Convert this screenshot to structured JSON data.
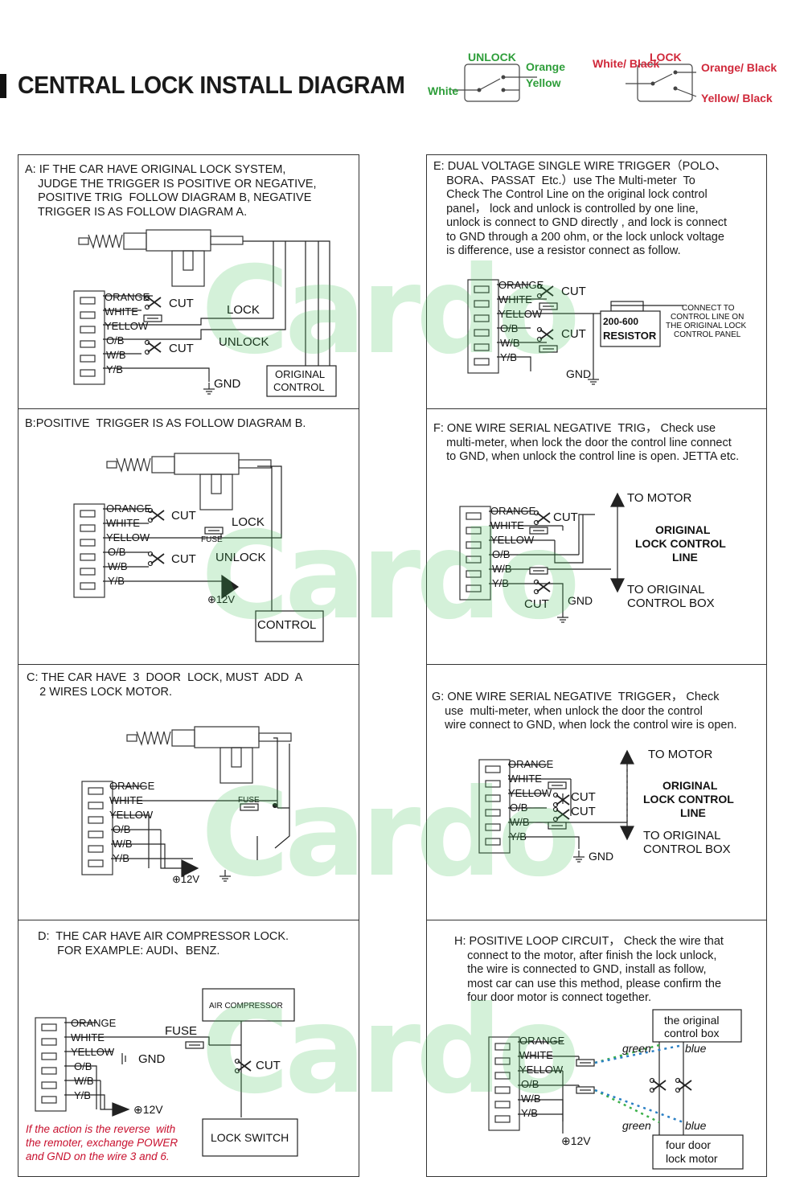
{
  "title": "CENTRAL LOCK INSTALL DIAGRAM",
  "watermark": "Cardo",
  "switches": {
    "unlock": {
      "title": "UNLOCK",
      "left": "White",
      "right_top": "Orange",
      "right_bottom": "Yellow",
      "color": "#2e9e3a"
    },
    "lock": {
      "title": "LOCK",
      "left": "White/ Black",
      "right_top": "Orange/ Black",
      "right_bottom": "Yellow/ Black",
      "color": "#d0283a"
    }
  },
  "wires": {
    "orange": "ORANGE",
    "white": "WHITE",
    "yellow": "YELLOW",
    "ob": "O/B",
    "wb": "W/B",
    "yb": "Y/B",
    "cut": "CUT",
    "gnd": "GND",
    "fuse": "FUSE",
    "plus12": "⊕12V",
    "lock": "LOCK",
    "unlock": "UNLOCK"
  },
  "panels": {
    "a": {
      "text": "A: IF THE CAR HAVE ORIGINAL LOCK SYSTEM,\n    JUDGE THE TRIGGER IS POSITIVE OR NEGATIVE,\n    POSITIVE TRIG  FOLLOW DIAGRAM B, NEGATIVE\n    TRIGGER IS AS FOLLOW DIAGRAM A.",
      "box": "ORIGINAL\nCONTROL"
    },
    "b": {
      "text": "B:POSITIVE  TRIGGER IS AS FOLLOW DIAGRAM B.",
      "box": "CONTROL"
    },
    "c": {
      "text": "C: THE CAR HAVE  3  DOOR  LOCK, MUST  ADD  A\n    2 WIRES LOCK MOTOR."
    },
    "d": {
      "text": "D:  THE CAR HAVE AIR COMPRESSOR LOCK.\n      FOR EXAMPLE: AUDI、BENZ.",
      "air": "AIR COMPRESSOR",
      "switch": "LOCK SWITCH",
      "note": "If the action is the reverse  with\nthe remoter, exchange POWER\nand GND on the wire 3 and 6."
    },
    "e": {
      "text": "E: DUAL VOLTAGE SINGLE WIRE TRIGGER（POLO、\n    BORA、PASSAT  Etc.）use The Multi-meter  To\n    Check The Control Line on the original lock control\n    panel， lock and unlock is controlled by one line,\n    unlock is connect to GND directly , and lock is connect\n    to GND through a 200 ohm, or the lock unlock voltage\n    is difference, use a resistor connect as follow.",
      "resistor": "200-600\nRESISTOR",
      "connect": "CONNECT TO\nCONTROL LINE ON\nTHE ORIGINAL LOCK\nCONTROL PANEL"
    },
    "f": {
      "text": "F: ONE WIRE SERIAL NEGATIVE  TRIG， Check use\n    multi-meter, when lock the door the control line connect\n    to GND, when unlock the control line is open. JETTA etc.",
      "motor": "TO MOTOR",
      "line": "ORIGINAL\nLOCK CONTROL\nLINE",
      "box": "TO ORIGINAL\nCONTROL BOX"
    },
    "g": {
      "text": "G: ONE WIRE SERIAL NEGATIVE  TRIGGER， Check\n    use  multi-meter, when unlock the door the control\n    wire connect to GND, when lock the control wire is open.",
      "motor": "TO MOTOR",
      "line": "ORIGINAL\nLOCK CONTROL\nLINE",
      "box": "TO ORIGINAL\nCONTROL BOX"
    },
    "h": {
      "text": "H: POSITIVE LOOP CIRCUIT， Check the wire that\n    connect to the motor, after finish the lock unlock,\n    the wire is connected to GND, install as follow,\n    most car can use this method, please confirm the\n    four door motor is connect together.",
      "top": "the original\ncontrol box",
      "bottom": "four  door\nlock motor",
      "green": "green",
      "blue": "blue"
    }
  },
  "colors": {
    "wm": "#3cbe50",
    "note": "#c8102e",
    "green_dot": "#3cb04a",
    "blue_dot": "#2a7fc4"
  }
}
